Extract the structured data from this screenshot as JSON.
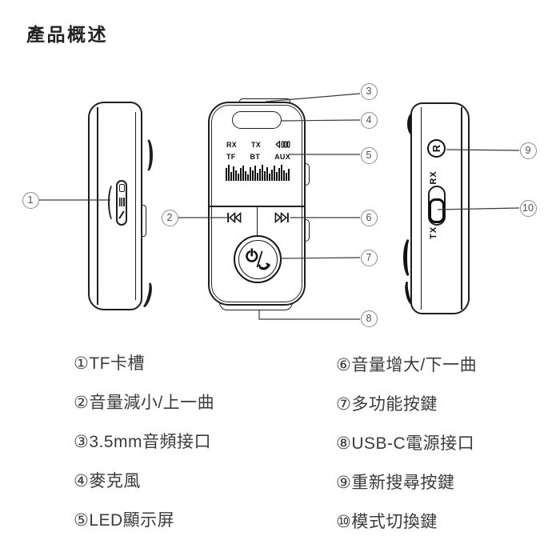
{
  "title": "產品概述",
  "front_device": {
    "display": {
      "status_row": [
        "RX",
        "TX"
      ],
      "mode_row": [
        "TF",
        "BT",
        "AUX"
      ],
      "equalizer": [
        16,
        20,
        11,
        18,
        13,
        9,
        16,
        19,
        12,
        8,
        17,
        13,
        19,
        10,
        15,
        20,
        12,
        17,
        9,
        14,
        19,
        11,
        16,
        20,
        13,
        10,
        15
      ]
    }
  },
  "side_device_right": {
    "reset_button_label": "R",
    "rx_label": "RX",
    "tx_label": "TX"
  },
  "callouts": {
    "c1": "1",
    "c2": "2",
    "c3": "3",
    "c4": "4",
    "c5": "5",
    "c6": "6",
    "c7": "7",
    "c8": "8",
    "c9": "9",
    "c10": "10"
  },
  "legend": {
    "items": [
      {
        "num": "①",
        "label": "TF卡槽"
      },
      {
        "num": "②",
        "label": "音量減小/上一曲"
      },
      {
        "num": "③",
        "label": "3.5mm音頻接口"
      },
      {
        "num": "④",
        "label": "麥克風"
      },
      {
        "num": "⑤",
        "label": "LED顯示屏"
      },
      {
        "num": "⑥",
        "label": "音量增大/下一曲"
      },
      {
        "num": "⑦",
        "label": "多功能按鍵"
      },
      {
        "num": "⑧",
        "label": "USB-C電源接口"
      },
      {
        "num": "⑨",
        "label": "重新搜尋按鍵"
      },
      {
        "num": "⑩",
        "label": "模式切換鍵"
      }
    ]
  },
  "colors": {
    "line_art": "#1e1e1e",
    "callout_circle": "#8c8c8c",
    "callout_number": "#4f4f4f",
    "legend_text": "#3b3b3b"
  }
}
